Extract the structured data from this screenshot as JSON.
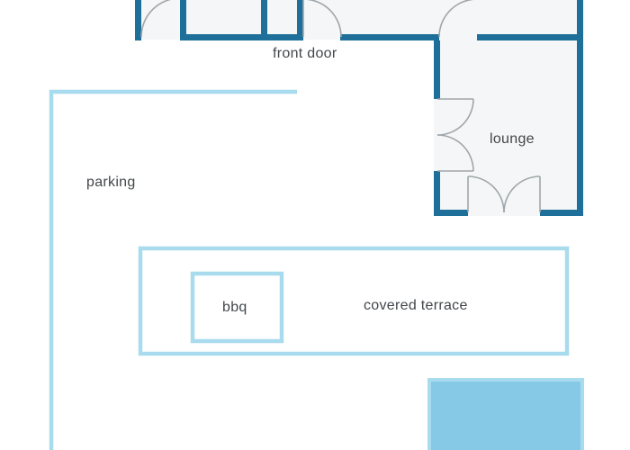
{
  "floorplan": {
    "labels": {
      "front_door": "front door",
      "lounge": "lounge",
      "parking": "parking",
      "covered_terrace": "covered terrace",
      "bbq": "bbq"
    },
    "colors": {
      "wall": "#1e6f99",
      "interior": "#f4f6f7",
      "door_arc": "#9fa6ab",
      "accent_light_blue": "#a9dbee",
      "pool_fill": "#85c9e6",
      "text": "#43474b",
      "background": "#ffffff"
    }
  }
}
